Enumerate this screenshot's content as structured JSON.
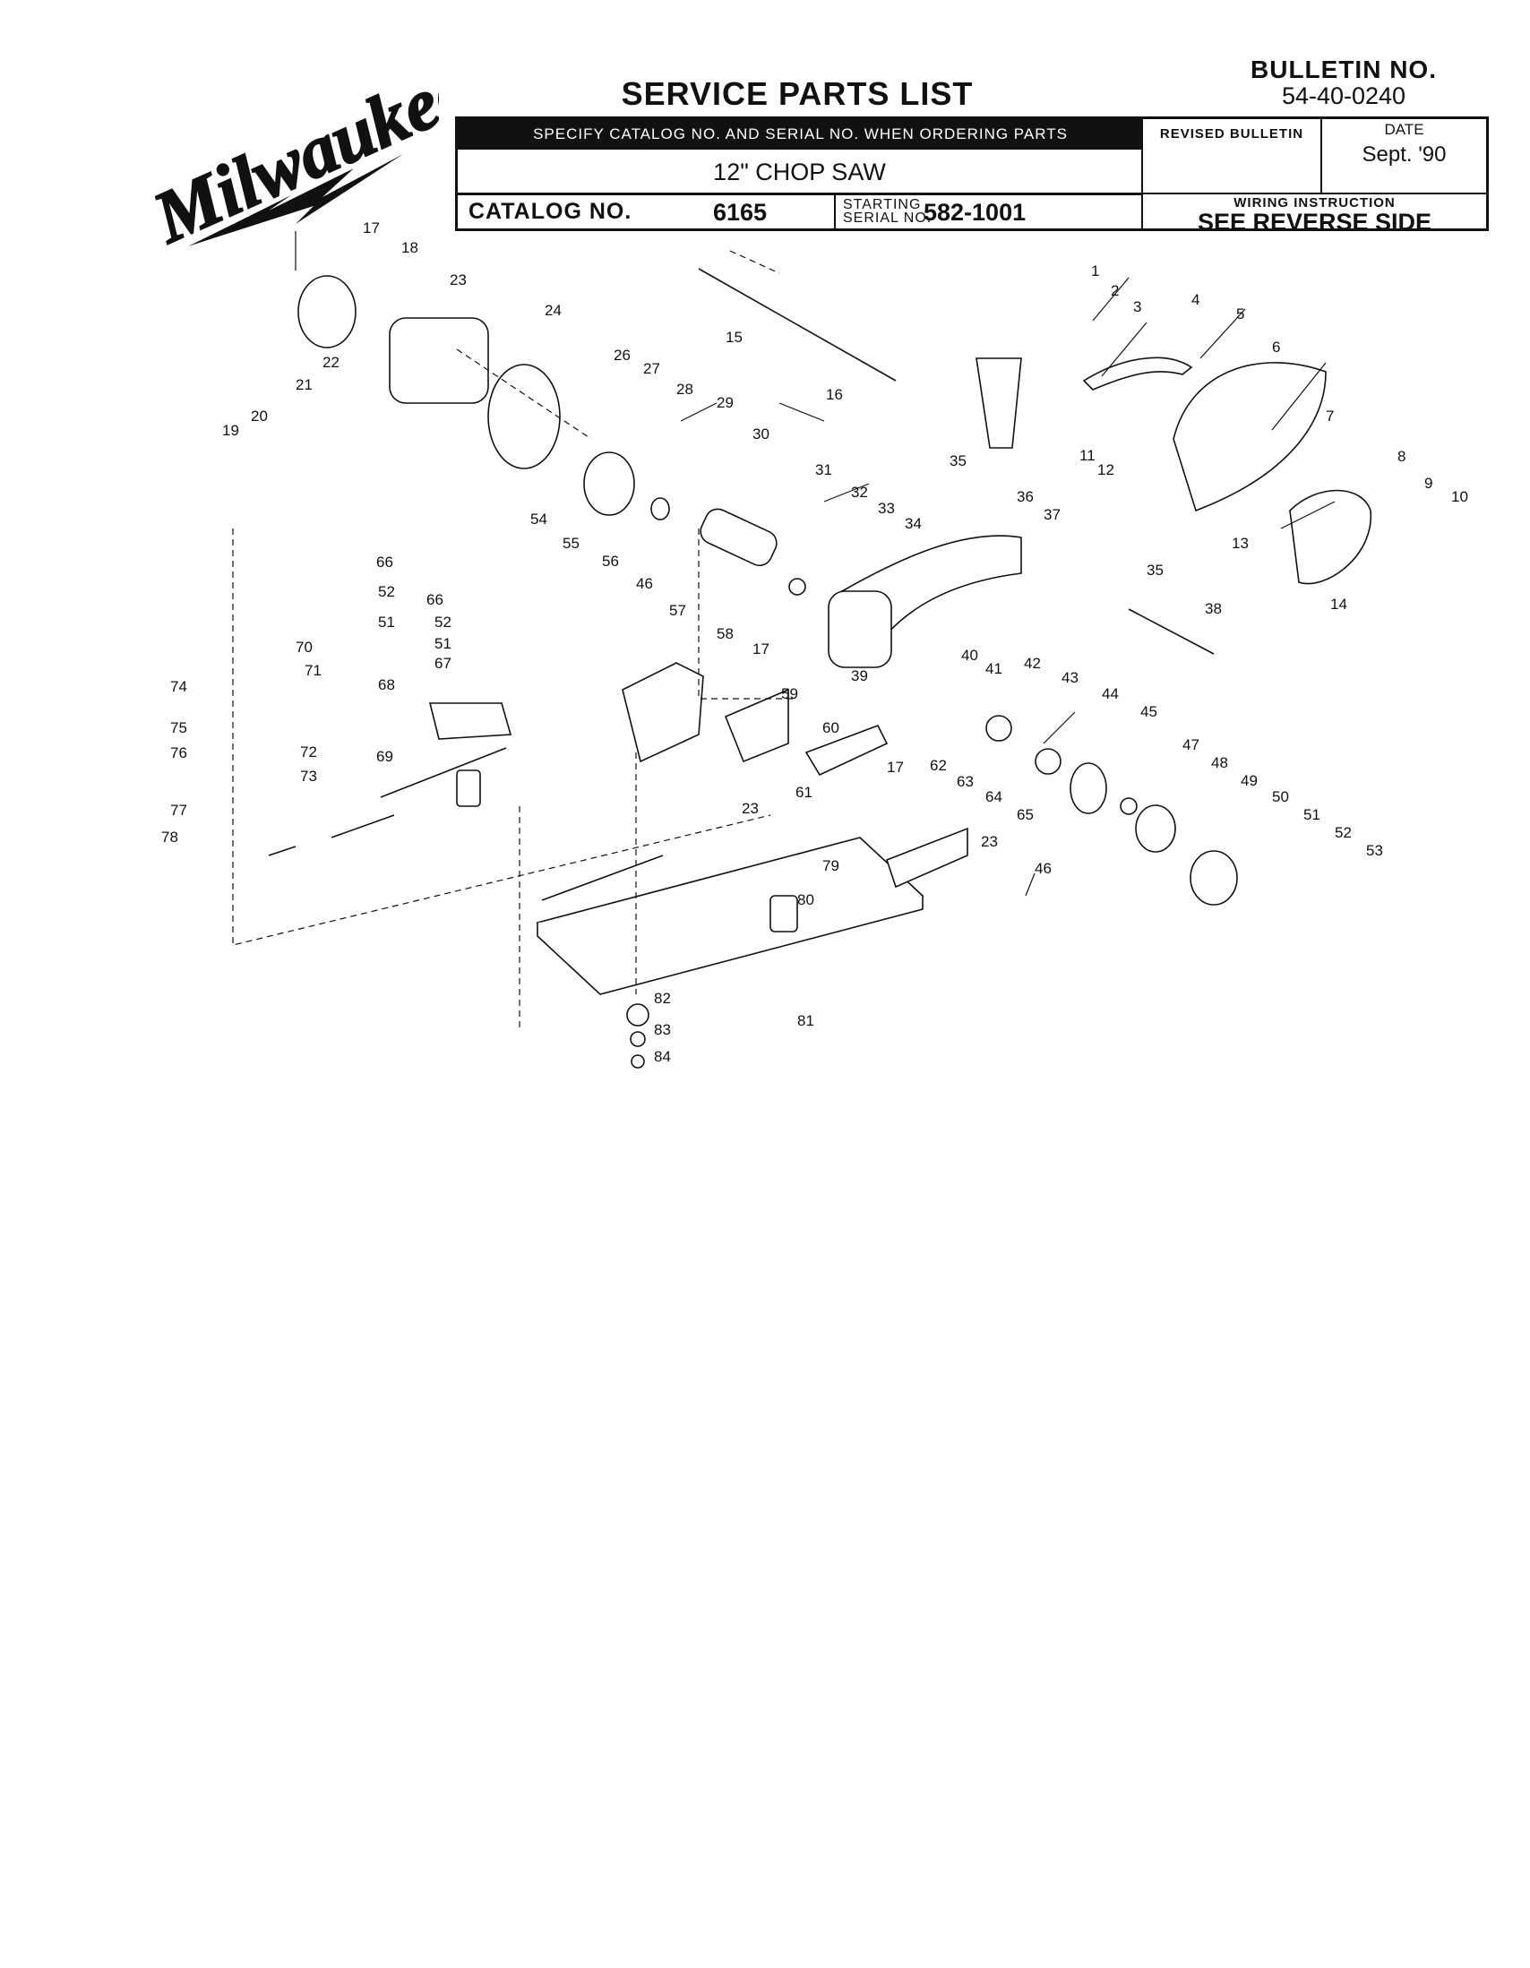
{
  "header": {
    "brand_logo_text": "Milwaukee",
    "title": "SERVICE PARTS LIST",
    "bulletin_label": "BULLETIN NO.",
    "bulletin_number": "54-40-0240",
    "specify_note": "SPECIFY CATALOG NO. AND SERIAL NO. WHEN ORDERING PARTS",
    "product_name": "12\" CHOP SAW",
    "catalog_label": "CATALOG NO.",
    "catalog_number": "6165",
    "starting_serial_label_line1": "STARTING",
    "starting_serial_label_line2": "SERIAL NO.",
    "starting_serial_number": "582-1001",
    "revised_bulletin_label": "REVISED BULLETIN",
    "date_label": "DATE",
    "date_value": "Sept. '90",
    "wiring_label": "WIRING INSTRUCTION",
    "wiring_value": "SEE REVERSE SIDE"
  },
  "diagram": {
    "callouts": [
      "1",
      "2",
      "3",
      "4",
      "5",
      "6",
      "7",
      "8",
      "9",
      "10",
      "11",
      "12",
      "13",
      "14",
      "15",
      "16",
      "17",
      "18",
      "19",
      "20",
      "21",
      "22",
      "23",
      "24",
      "26",
      "27",
      "28",
      "29",
      "30",
      "31",
      "32",
      "33",
      "34",
      "35",
      "36",
      "37",
      "38",
      "39",
      "40",
      "41",
      "42",
      "43",
      "44",
      "45",
      "46",
      "47",
      "48",
      "49",
      "50",
      "51",
      "52",
      "53",
      "54",
      "55",
      "56",
      "57",
      "58",
      "59",
      "60",
      "61",
      "62",
      "63",
      "64",
      "65",
      "66",
      "67",
      "68",
      "69",
      "70",
      "71",
      "72",
      "73",
      "74",
      "75",
      "76",
      "77",
      "78",
      "79",
      "80",
      "81",
      "82",
      "83",
      "84"
    ]
  }
}
